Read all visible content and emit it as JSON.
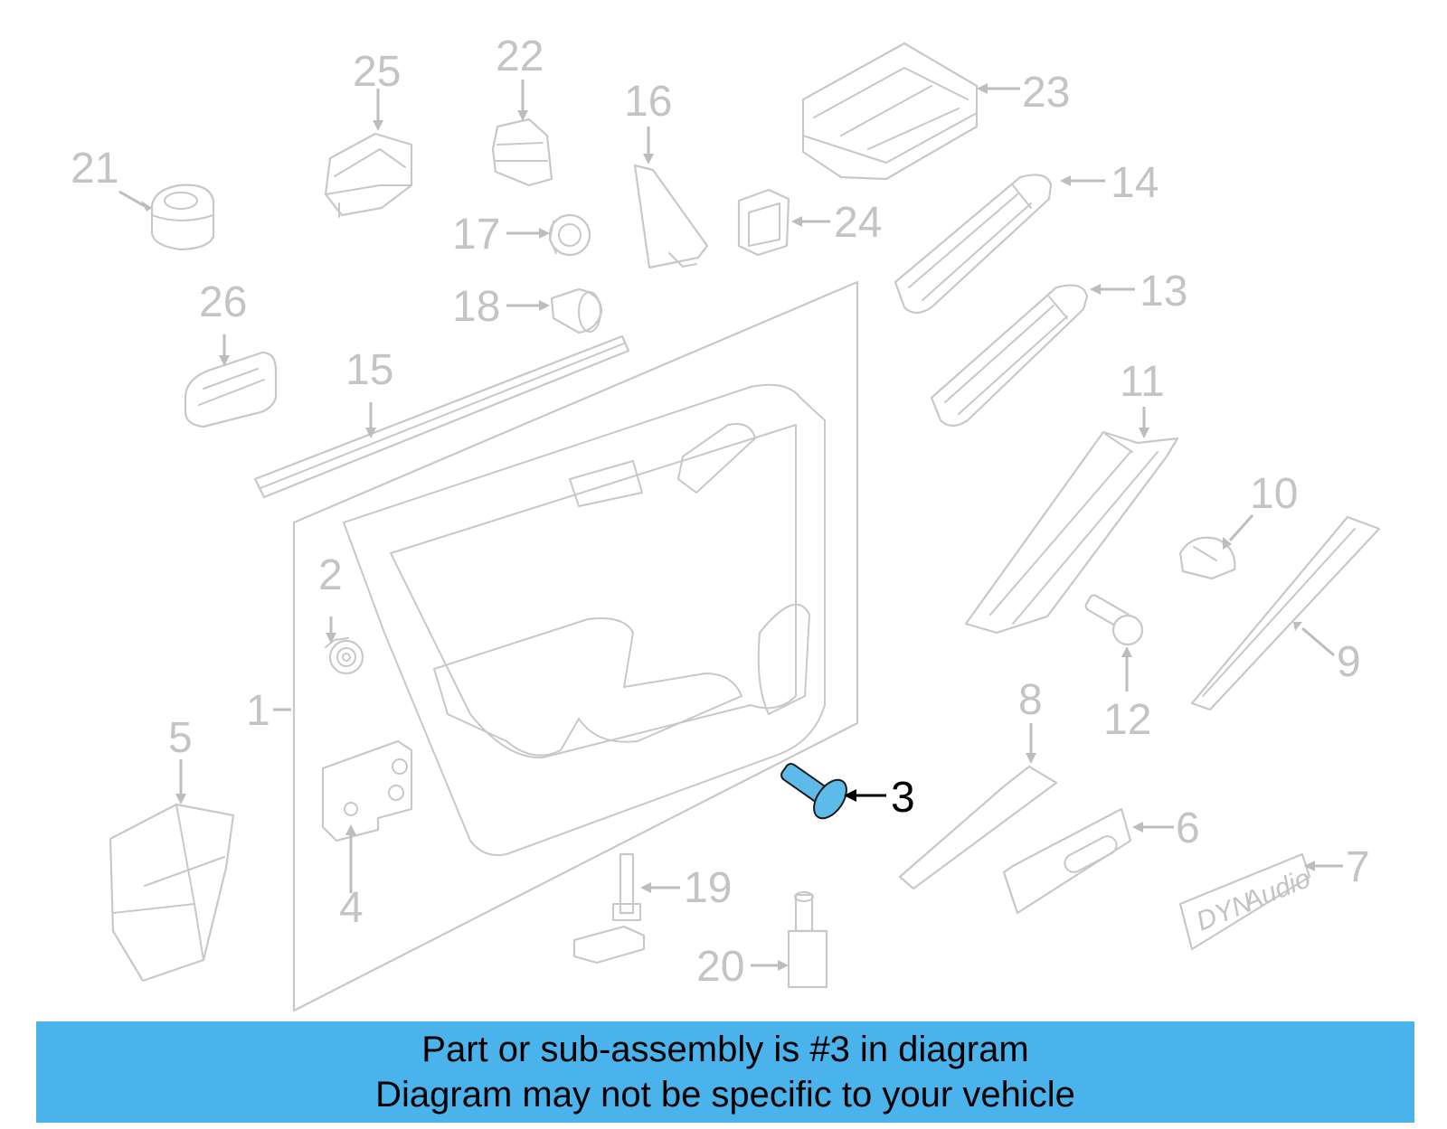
{
  "callouts": {
    "c1": "1",
    "c2": "2",
    "c3": "3",
    "c4": "4",
    "c5": "5",
    "c6": "6",
    "c7": "7",
    "c8": "8",
    "c9": "9",
    "c10": "10",
    "c11": "11",
    "c12": "12",
    "c13": "13",
    "c14": "14",
    "c15": "15",
    "c16": "16",
    "c17": "17",
    "c18": "18",
    "c19": "19",
    "c20": "20",
    "c21": "21",
    "c22": "22",
    "c23": "23",
    "c24": "24",
    "c25": "25",
    "c26": "26"
  },
  "highlighted_part": "3",
  "badge": {
    "text_dyn": "DYN",
    "text_audio": "Audio"
  },
  "banner": {
    "line1": "Part or sub-assembly is #3 in diagram",
    "line2": "Diagram may not be specific to your vehicle"
  },
  "colors": {
    "highlight": "#5dbbea",
    "banner": "#4ab3ec",
    "parts": "#c8c8c8"
  }
}
